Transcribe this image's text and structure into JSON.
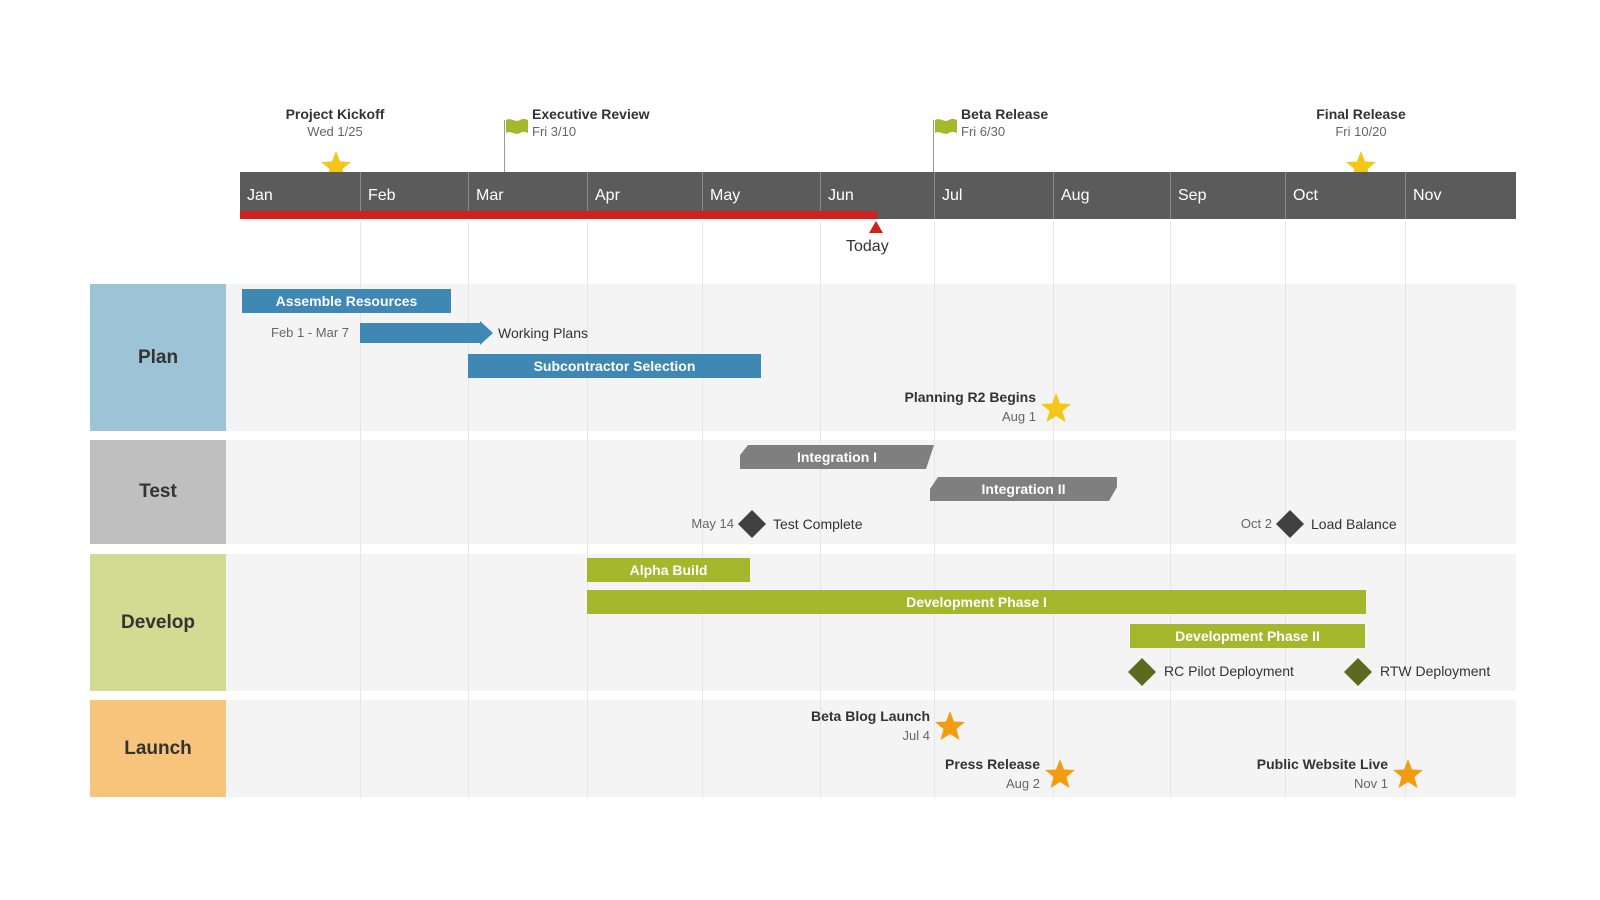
{
  "colors": {
    "timeline_bg": "#5b5b5b",
    "progress": "#d0211c",
    "plan": "#3f88b4",
    "plan_lane": "#9dc3d6",
    "test": "#7f7f7f",
    "test_lane": "#bfbfbf",
    "develop": "#a3b82d",
    "develop_lane": "#d3db93",
    "launch_lane": "#f6c47a",
    "star_gold": "#f5c518",
    "star_orange": "#f39c12",
    "diamond_dark": "#404040",
    "diamond_olive": "#5a6b1f",
    "flag": "#a3b82d"
  },
  "milestones_top": [
    {
      "title": "Project Kickoff",
      "date": "Wed 1/25",
      "icon": "star-icon"
    },
    {
      "title": "Executive Review",
      "date": "Fri 3/10",
      "icon": "flag-icon"
    },
    {
      "title": "Beta Release",
      "date": "Fri 6/30",
      "icon": "flag-icon"
    },
    {
      "title": "Final Release",
      "date": "Fri 10/20",
      "icon": "star-icon"
    }
  ],
  "months": [
    "Jan",
    "Feb",
    "Mar",
    "Apr",
    "May",
    "Jun",
    "Jul",
    "Aug",
    "Sep",
    "Oct",
    "Nov"
  ],
  "today_label": "Today",
  "lanes": {
    "plan": {
      "label": "Plan",
      "assemble_resources": "Assemble Resources",
      "working_plans": {
        "dates": "Feb 1 - Mar 7",
        "label": "Working Plans"
      },
      "subcontractor_selection": "Subcontractor Selection",
      "planning_r2": {
        "title": "Planning R2 Begins",
        "date": "Aug 1",
        "icon": "star-icon"
      }
    },
    "test": {
      "label": "Test",
      "integration_1": "Integration I",
      "integration_2": "Integration II",
      "test_complete": {
        "date": "May 14",
        "label": "Test Complete",
        "icon": "diamond-icon"
      },
      "load_balance": {
        "date": "Oct 2",
        "label": "Load Balance",
        "icon": "diamond-icon"
      }
    },
    "develop": {
      "label": "Develop",
      "alpha_build": "Alpha Build",
      "dev_phase_1": "Development Phase I",
      "dev_phase_2": "Development Phase II",
      "rc_pilot": {
        "label": "RC Pilot Deployment",
        "icon": "diamond-icon"
      },
      "rtw": {
        "label": "RTW Deployment",
        "icon": "diamond-icon"
      }
    },
    "launch": {
      "label": "Launch",
      "beta_blog": {
        "title": "Beta Blog Launch",
        "date": "Jul 4",
        "icon": "star-icon"
      },
      "press_release": {
        "title": "Press Release",
        "date": "Aug 2",
        "icon": "star-icon"
      },
      "public_website": {
        "title": "Public Website Live",
        "date": "Nov 1",
        "icon": "star-icon"
      }
    }
  }
}
